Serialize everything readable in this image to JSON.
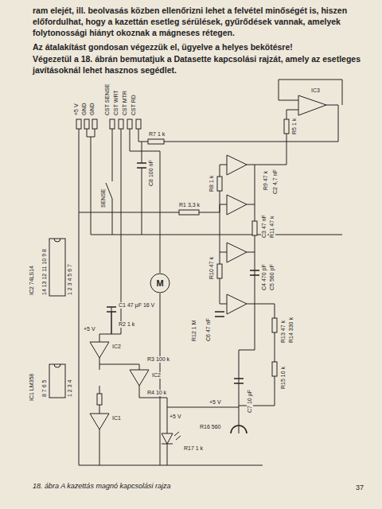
{
  "diagram": {
    "caption": "18. ábra A kazettás magnó kapcsolási rajza",
    "nodes": [
      {
        "text": [
          "M"
        ]
      }
    ],
    "labels": [
      "ram elejét, ill. beolvasás közben ellenőrizni lehet a felvétel minőségét is, hiszen előfordulhat, hogy a kazettán esetleg sérülések, gyűrődések vannak, amelyek folytonossági hiányt okoznak a mágneses rétegen.",
      "Az átalakítást gondosan végezzük el, ügyelve a helyes bekötésre!",
      "Végezetül a 18. ábrán bemutatjuk a Datasette kapcsolási rajzát, amely az esetleges javításoknál lehet hasznos segédlet.",
      "+5 V",
      "GND",
      "GND",
      "CST SENSE",
      "CST WRT",
      "CST MTR",
      "CST RD",
      "SENSE",
      "IC3",
      "R5 1 k",
      "R7 1 k",
      "C8 100 nF",
      "R1 3,3 k",
      "R8 1 k",
      "R9 47 k",
      "C2 4,7 nF",
      "R10 47 k",
      "C3 47 nF",
      "R11 47 k",
      "C4 470 pF",
      "C5 560 pF",
      "R12 1 M",
      "C6 47 nF",
      "R13 47 k",
      "R14 330 k",
      "R15 10 k",
      "C7 10 µF",
      "IC2 74LS14",
      "14 13 12 11 10 9 8",
      "1 2 3 4 5 6 7",
      "IC1 LM358",
      "8 7 6 5",
      "1 2 3 4",
      "C1 47 µF 16 V",
      "R2 1 k",
      "+5 V",
      "IC2",
      "IC2",
      "IC1",
      "R3 100 k",
      "R4 10 k",
      "+5 V",
      "R17 1 k",
      "R16 560",
      "+5 V",
      "37"
    ]
  }
}
